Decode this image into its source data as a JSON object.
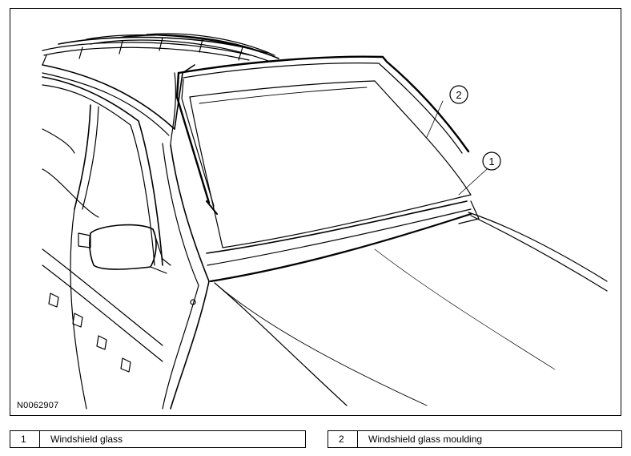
{
  "figure": {
    "id": "N0062907",
    "callouts": [
      {
        "number": "1",
        "label": "Windshield glass"
      },
      {
        "number": "2",
        "label": "Windshield glass moulding"
      }
    ]
  },
  "legend": [
    {
      "number": "1",
      "label": "Windshield glass"
    },
    {
      "number": "2",
      "label": "Windshield glass moulding"
    }
  ]
}
